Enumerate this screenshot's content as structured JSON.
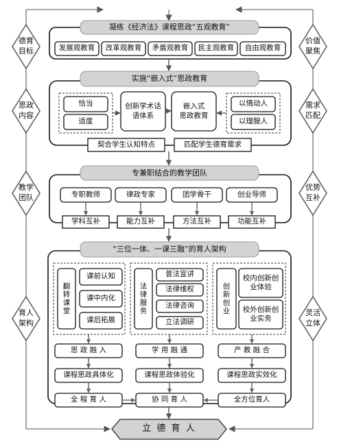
{
  "left_labels": [
    "德育\n目标",
    "思政\n内容",
    "教学\n团队",
    "育人\n架构"
  ],
  "right_labels": [
    "价值\n聚焦",
    "需求\n匹配",
    "优势\n互补",
    "灵活\n立体"
  ],
  "section1": {
    "title": "凝练《经济法》课程思政“五观教育”",
    "items": [
      "发展观教育",
      "改革观教育",
      "矛盾观教育",
      "民主观教育",
      "自由观教育"
    ]
  },
  "section2": {
    "title": "实施“嵌入式”思政教育",
    "left_group": [
      "恰当",
      "适度"
    ],
    "center_left": "创新学术话\n语体系",
    "center_right": "嵌入式\n思政教育",
    "right_group": [
      "以情动人",
      "以理服人"
    ],
    "bottom_left": "契合学生认知特点",
    "bottom_right": "匹配学生德育需求"
  },
  "section3": {
    "title": "专兼职结合的教学团队",
    "members": [
      "专职教师",
      "律政专家",
      "团学骨干",
      "创业导师"
    ],
    "complements": [
      "学科互补",
      "能力互补",
      "方法互补",
      "功能互补"
    ]
  },
  "section4": {
    "title": "“三位一体、一课三融”的育人架构",
    "col1": {
      "vertical": "翻\n转\n课\n堂",
      "items": [
        "课前认知",
        "课中内化",
        "课后拓展"
      ],
      "fusion": "思 政 融 入",
      "outcome": "课程思政具体化",
      "goal": "全 程 育 人"
    },
    "col2": {
      "vertical": "法\n律\n服\n务",
      "items": [
        "普法宣讲",
        "法律维权",
        "法律咨询",
        "立法调研"
      ],
      "fusion": "学 用 融 通",
      "outcome": "课程思政体验化",
      "goal": "协 同 育 人"
    },
    "col3": {
      "vertical": "创\n新\n创\n业",
      "items": [
        "校内创新创\n业体验",
        "校外创新创\n业实务"
      ],
      "fusion": "产 教 融 合",
      "outcome": "课程思政实效化",
      "goal": "全方位育人"
    }
  },
  "final": "立 德 育 人"
}
